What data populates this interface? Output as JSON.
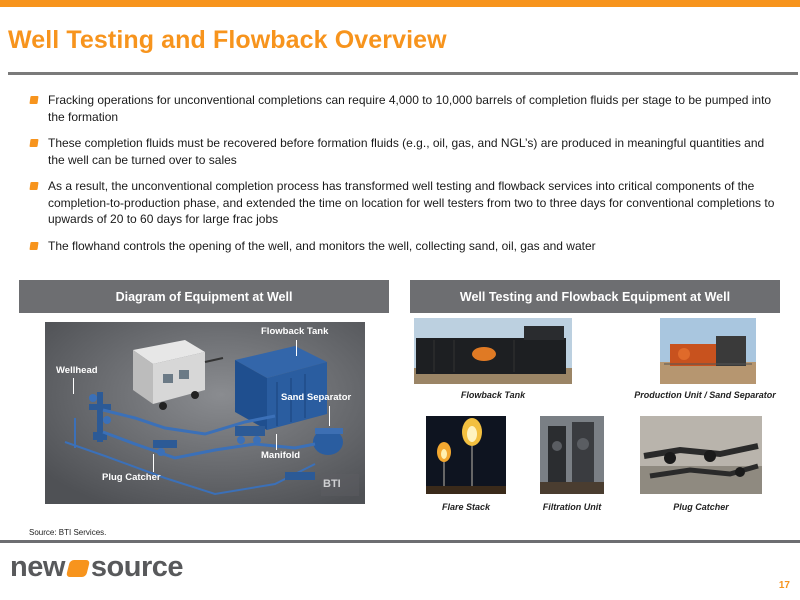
{
  "title": "Well Testing and Flowback Overview",
  "bullets": [
    "Fracking operations for unconventional completions can require 4,000 to 10,000 barrels of completion fluids per stage to be pumped into the formation",
    "These completion fluids must be recovered before formation fluids (e.g., oil, gas, and NGL’s) are produced in meaningful quantities and the well can be turned over to sales",
    "As a result, the unconventional completion process has transformed well testing and flowback services into critical components of the completion-to-production phase, and extended the time on location for well testers from two to three days for conventional completions to upwards of 20 to 60 days for large frac jobs",
    "The flowhand controls the opening of the well, and monitors the well, collecting sand, oil, gas and water"
  ],
  "left_panel": {
    "header": "Diagram of Equipment at Well",
    "labels": {
      "flowback_tank": "Flowback Tank",
      "wellhead": "Wellhead",
      "sand_separator": "Sand Separator",
      "manifold": "Manifold",
      "plug_catcher": "Plug Catcher"
    },
    "watermark": "BTI"
  },
  "right_panel": {
    "header": "Well Testing and Flowback Equipment at Well",
    "photos": {
      "flowback_tank": "Flowback Tank",
      "production_unit": "Production Unit / Sand Separator",
      "flare_stack": "Flare Stack",
      "filtration_unit": "Filtration Unit",
      "plug_catcher": "Plug Catcher"
    }
  },
  "source": "Source: BTI Services.",
  "logo": {
    "left": "new",
    "right": "source"
  },
  "page_number": "17",
  "colors": {
    "accent": "#f7941d",
    "header_gray": "#6d6e71",
    "logo_gray": "#58595b"
  }
}
